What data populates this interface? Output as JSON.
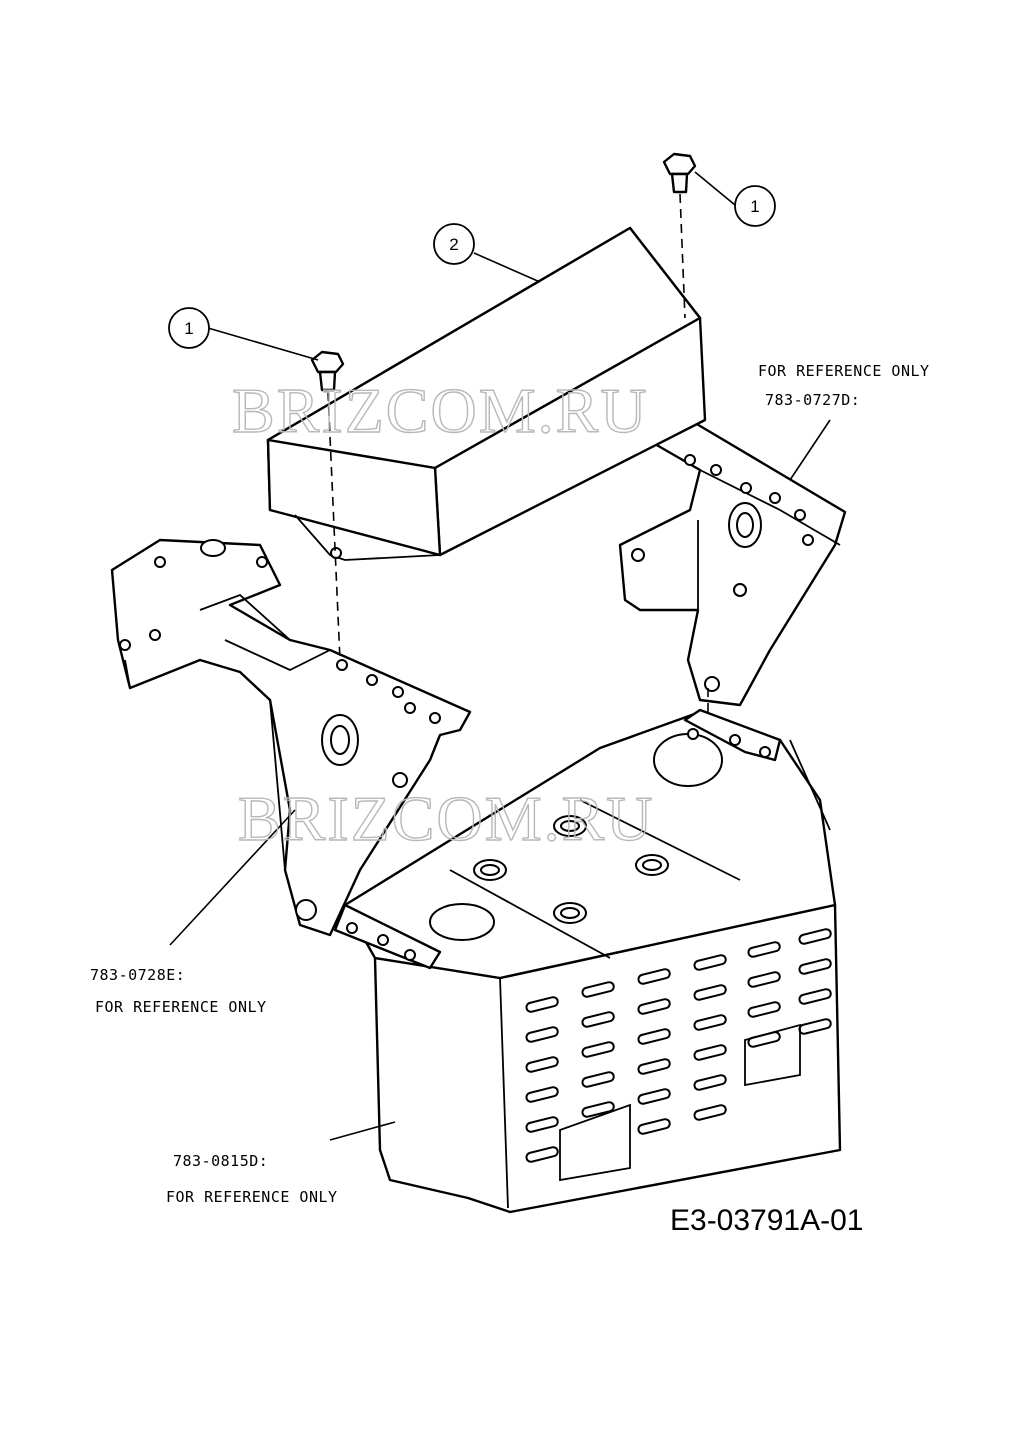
{
  "callouts": [
    {
      "number": "1"
    },
    {
      "number": "2"
    },
    {
      "number": "1"
    }
  ],
  "reference_labels": {
    "upper_right_note": "FOR REFERENCE ONLY",
    "upper_right_part": "783-0727D:",
    "left_part": "783-0728E:",
    "left_note": "FOR REFERENCE ONLY",
    "bottom_part": "783-0815D:",
    "bottom_note": "FOR REFERENCE ONLY"
  },
  "diagram_id": "E3-03791A-01",
  "watermark": {
    "upper": "BRIZCOM.RU",
    "lower": "BRIZCOM.RU"
  }
}
